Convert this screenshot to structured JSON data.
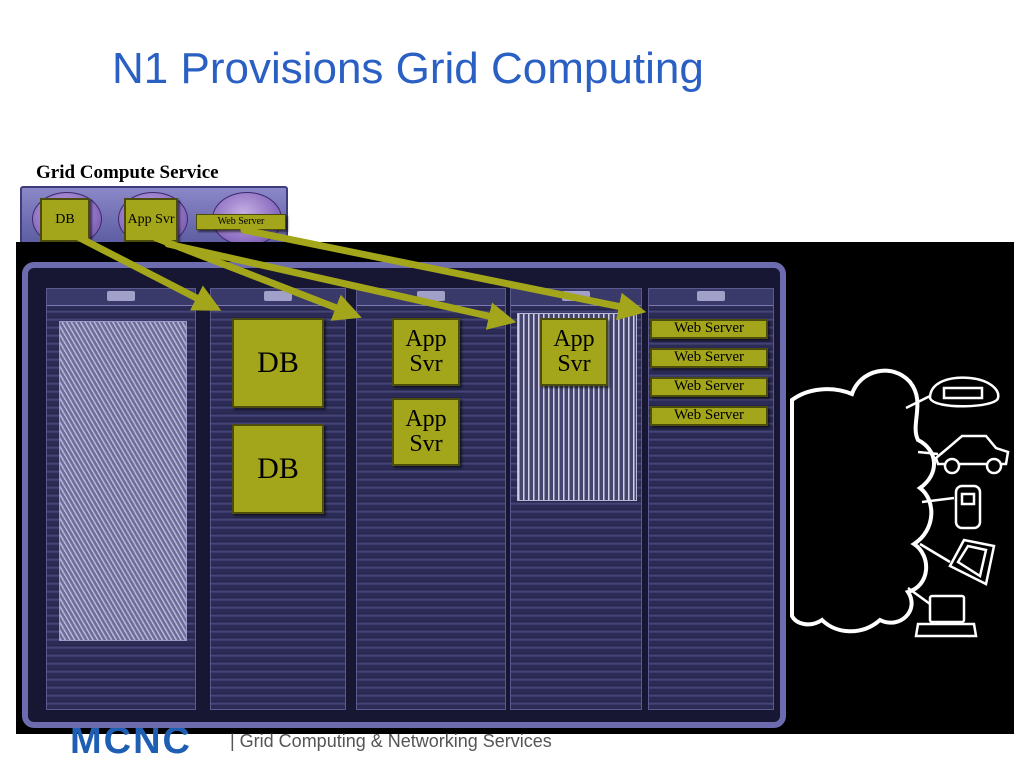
{
  "title": "N1 Provisions Grid Computing",
  "service": {
    "label": "Grid Compute Service",
    "db_label": "DB",
    "app_label": "App Svr",
    "web_label": "Web Server"
  },
  "grid": {
    "db_boxes": [
      "DB",
      "DB"
    ],
    "app_boxes": [
      "App Svr",
      "App Svr",
      "App Svr"
    ],
    "web_boxes": [
      "Web Server",
      "Web Server",
      "Web Server",
      "Web Server"
    ]
  },
  "footer": {
    "logo_text": "MCNC",
    "tagline": "| Grid Computing & Networking Services"
  },
  "devices": [
    "phone-icon",
    "car-icon",
    "mobile-phone-icon",
    "pda-icon",
    "computer-icon"
  ],
  "colors": {
    "title": "#2a5fc4",
    "box": "#a3a51b",
    "arrow": "#a3a51b",
    "rack": "#2b2b55"
  }
}
